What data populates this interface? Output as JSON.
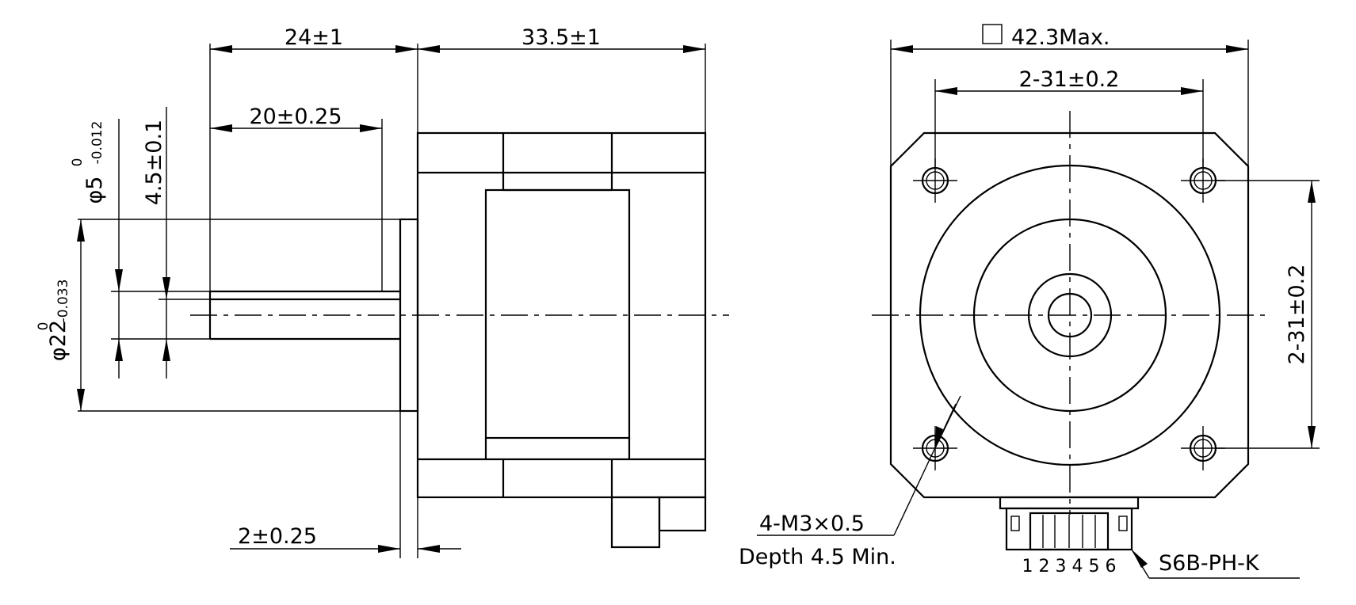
{
  "side_view": {
    "dim_shaft_length": "24±1",
    "dim_body_length": "33.5±1",
    "dim_flat_length": "20±0.25",
    "dim_shaft_dia_main": "φ5",
    "dim_shaft_dia_upper": "0",
    "dim_shaft_dia_lower": "-0.012",
    "dim_flat_height": "4.5±0.1",
    "dim_boss_dia_main": "φ22",
    "dim_boss_dia_upper": "0",
    "dim_boss_dia_lower": "-0.033",
    "dim_boss_height": "2±0.25"
  },
  "front_view": {
    "dim_body_square": "42.3Max.",
    "dim_hole_spacing_h": "2-31±0.2",
    "dim_hole_spacing_v": "2-31±0.2",
    "screw_spec": "4-M3×0.5",
    "screw_depth": "Depth 4.5 Min.",
    "connector_part": "S6B-PH-K",
    "pin_numbers": "1 2 3 4 5 6"
  }
}
